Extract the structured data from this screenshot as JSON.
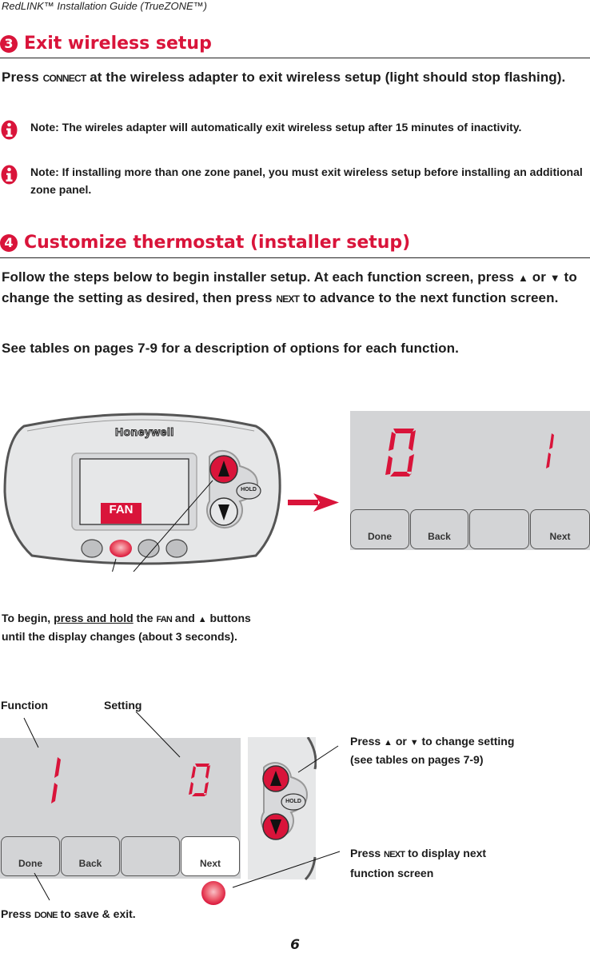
{
  "header": {
    "running_title": "RedLINK™  Installation Guide (TrueZONE™)"
  },
  "section3": {
    "number": "3",
    "title": "Exit wireless setup",
    "instruction": {
      "pre": "Press ",
      "key": "CONNECT",
      "post": " at the wireless adapter to exit wireless setup (light should stop flashing)."
    },
    "notes": [
      {
        "icon": "info-icon",
        "text": "Note: The wireles adapter will automatically exit wireless setup after 15 minutes of inactivity."
      },
      {
        "icon": "info-icon",
        "text": "Note: If installing more than one zone panel, you must exit wireless setup before installing an additional zone panel."
      }
    ]
  },
  "section4": {
    "number": "4",
    "title": "Customize thermostat (installer setup)",
    "para1": {
      "a": "Follow the steps below to begin installer setup. At each function screen, press ",
      "up": "▲",
      "b": " or ",
      "down": "▼",
      "c": " to change the setting as desired, then press ",
      "key": "NEXT",
      "d": " to advance to the next function screen."
    },
    "para2": "See tables on pages 7-9 for a description of options for each function."
  },
  "figure1": {
    "brand": "Honeywell",
    "fan_label": "FAN",
    "hold_label": "HOLD",
    "caption": {
      "a": "To begin, ",
      "underlined": "press and hold",
      "b": " the ",
      "key": "FAN",
      "c": " and ",
      "up": "▲",
      "d": " buttons",
      "line2": "until the display changes (about 3 seconds)."
    },
    "display": {
      "function_digit": "0",
      "setting_digit": "1"
    },
    "softkeys": [
      "Done",
      "Back",
      "",
      "Next"
    ]
  },
  "figure2": {
    "label_function": "Function",
    "label_setting": "Setting",
    "display": {
      "function_digit": "1",
      "setting_digit": "0"
    },
    "softkeys": [
      "Done",
      "Back",
      "",
      "Next"
    ],
    "hold_label": "HOLD",
    "callout_updown": {
      "a": "Press ",
      "up": "▲",
      "b": " or ",
      "down": "▼",
      "c": " to change setting",
      "line2": "(see tables on pages 7-9)"
    },
    "callout_next": {
      "a": "Press ",
      "key": "NEXT",
      "b": " to display next",
      "line2": "function screen"
    },
    "callout_done": {
      "a": "Press ",
      "key": "DONE",
      "b": " to save & exit."
    }
  },
  "footer": {
    "page_number": "6"
  },
  "colors": {
    "accent_red": "#d9143a",
    "lcd_gray": "#d3d4d6",
    "body_gray": "#e6e7e8"
  }
}
